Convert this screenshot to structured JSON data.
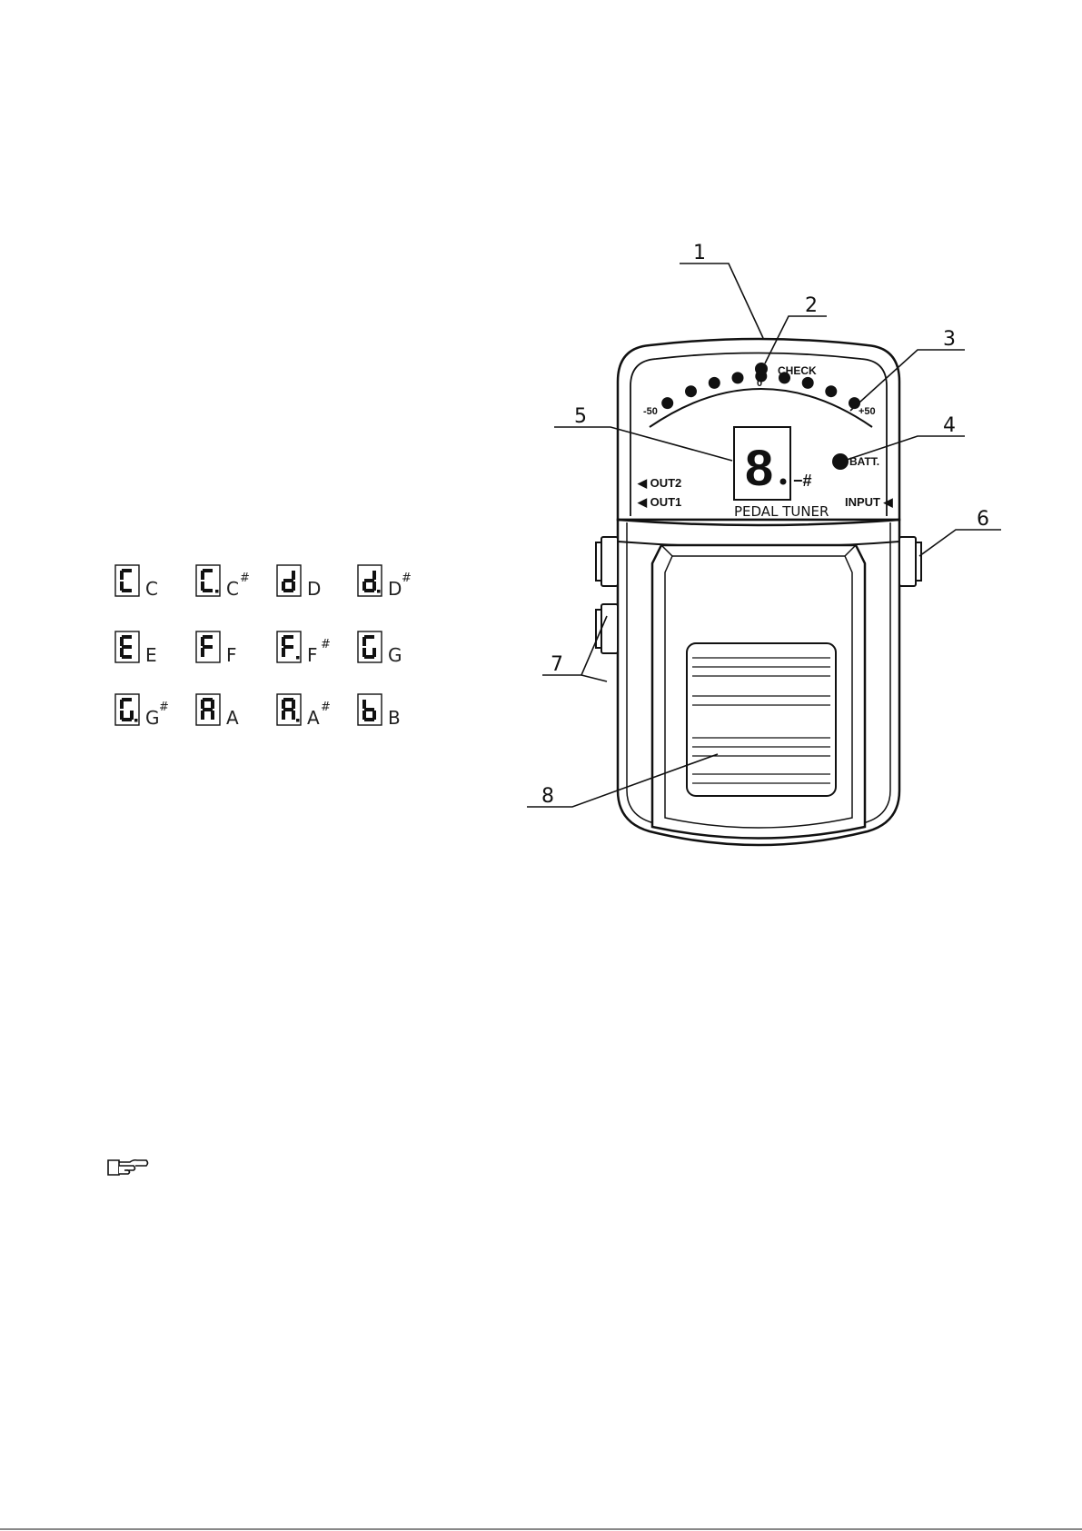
{
  "callouts": [
    "1",
    "2",
    "3",
    "4",
    "5",
    "6",
    "7",
    "8"
  ],
  "panel": {
    "check": "CHECK",
    "zero": "0",
    "minus50": "-50",
    "plus50": "+50",
    "batt": "BATT.",
    "display_digit": "8",
    "display_suffix": "−#",
    "out2": "◀ OUT2",
    "out1": "◀ OUT1",
    "input": "INPUT ◀",
    "brand": "PEDAL TUNER"
  },
  "note_chart": [
    {
      "glyph": "C",
      "dot": false,
      "label": "C",
      "sharp": false
    },
    {
      "glyph": "C",
      "dot": true,
      "label": "C",
      "sharp": true
    },
    {
      "glyph": "d",
      "dot": false,
      "label": "D",
      "sharp": false
    },
    {
      "glyph": "d",
      "dot": true,
      "label": "D",
      "sharp": true
    },
    {
      "glyph": "E",
      "dot": false,
      "label": "E",
      "sharp": false
    },
    {
      "glyph": "F",
      "dot": false,
      "label": "F",
      "sharp": false
    },
    {
      "glyph": "F",
      "dot": true,
      "label": "F",
      "sharp": true
    },
    {
      "glyph": "G",
      "dot": false,
      "label": "G",
      "sharp": false
    },
    {
      "glyph": "G",
      "dot": true,
      "label": "G",
      "sharp": true
    },
    {
      "glyph": "A",
      "dot": false,
      "label": "A",
      "sharp": false
    },
    {
      "glyph": "A",
      "dot": true,
      "label": "A",
      "sharp": true
    },
    {
      "glyph": "b",
      "dot": false,
      "label": "B",
      "sharp": false
    }
  ],
  "sharp_symbol": "#",
  "icons": {
    "note_pointer": "pointing-hand-icon"
  }
}
